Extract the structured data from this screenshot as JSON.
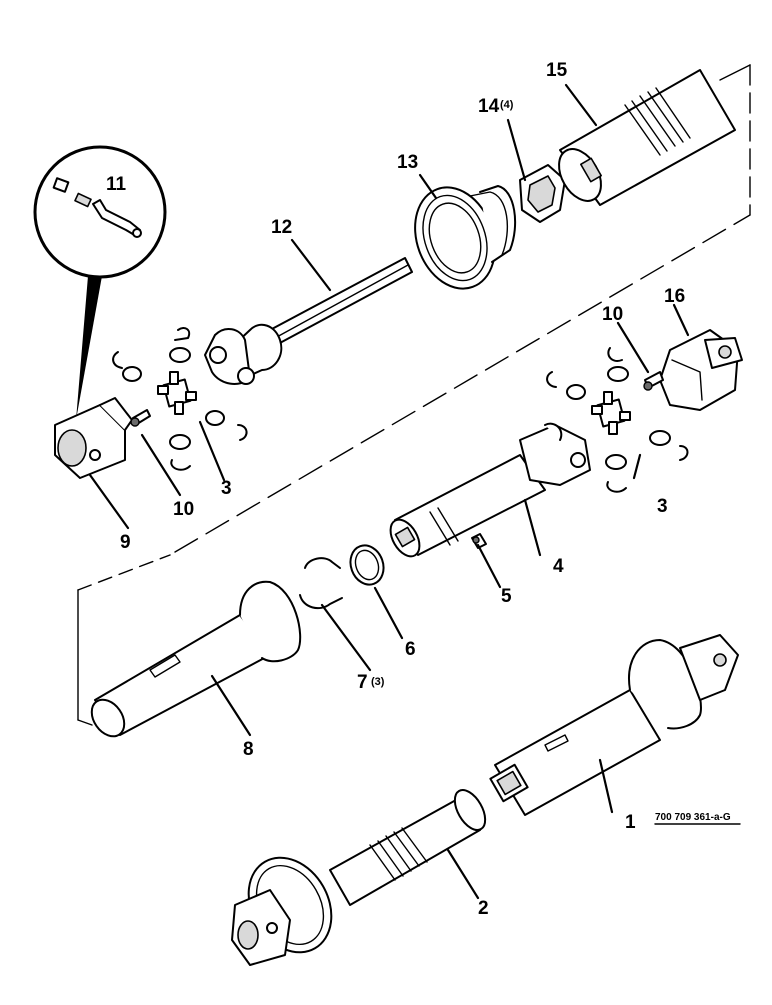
{
  "callouts": {
    "c1": "1",
    "c2": "2",
    "c3a": "3",
    "c3b": "3",
    "c4": "4",
    "c5": "5",
    "c6": "6",
    "c7": "7",
    "c7q": "(3)",
    "c8": "8",
    "c9": "9",
    "c10a": "10",
    "c10b": "10",
    "c11": "11",
    "c12": "12",
    "c13": "13",
    "c14": "14",
    "c14q": "(4)",
    "c15": "15",
    "c16": "16"
  },
  "reference": "700 709 361-a-G"
}
